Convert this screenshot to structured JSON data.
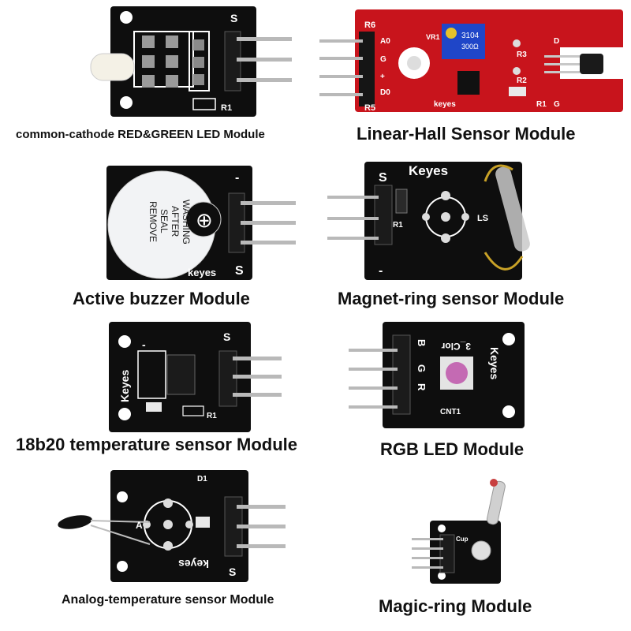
{
  "colors": {
    "pcb_black": "#0e0e0e",
    "pcb_red": "#c8141c",
    "pin_metal": "#b9b9b9",
    "silkscreen": "#ffffff",
    "caption_text": "#111111"
  },
  "modules": [
    {
      "caption": "common-cathode RED&GREEN LED Module",
      "silk": {
        "top": "S",
        "r1": "R1",
        "pin1": "S"
      }
    },
    {
      "caption": "Linear-Hall Sensor Module",
      "silk": {
        "r6": "R6",
        "a0": "A0",
        "g": "G",
        "plus": "+",
        "d0": "D0",
        "r5": "R5",
        "vr1": "VR1",
        "r3": "R3",
        "r2": "R2",
        "r1": "R1",
        "pot": "3104",
        "pot2": "300Ω",
        "d": "D",
        "g2": "G",
        "keyes": "keyes"
      }
    },
    {
      "caption": "Active buzzer Module",
      "silk": {
        "minus": "-",
        "s": "S",
        "keyes": "keyes",
        "sticker": [
          "REMOVE",
          "SEAL",
          "AFTER",
          "WASHING"
        ]
      }
    },
    {
      "caption": "Magnet-ring sensor Module",
      "silk": {
        "s": "S",
        "keyes": "Keyes",
        "r1": "R1",
        "ls": "LS",
        "minus": "-"
      }
    },
    {
      "caption": "18b20 temperature sensor Module",
      "silk": {
        "s": "S",
        "keyes": "Keyes",
        "minus": "-",
        "r1": "R1"
      }
    },
    {
      "caption": "RGB LED Module",
      "silk": {
        "b": "B",
        "g": "G",
        "r": "R",
        "color": "3_Clor",
        "keyes": "Keyes",
        "cnt": "CNT1"
      }
    },
    {
      "caption": "Analog-temperature sensor Module",
      "silk": {
        "s": "S",
        "keyes": "keyes",
        "d1": "D1",
        "a": "A"
      }
    },
    {
      "caption": "Magic-ring Module",
      "silk": {
        "cup": "Cup"
      }
    }
  ]
}
